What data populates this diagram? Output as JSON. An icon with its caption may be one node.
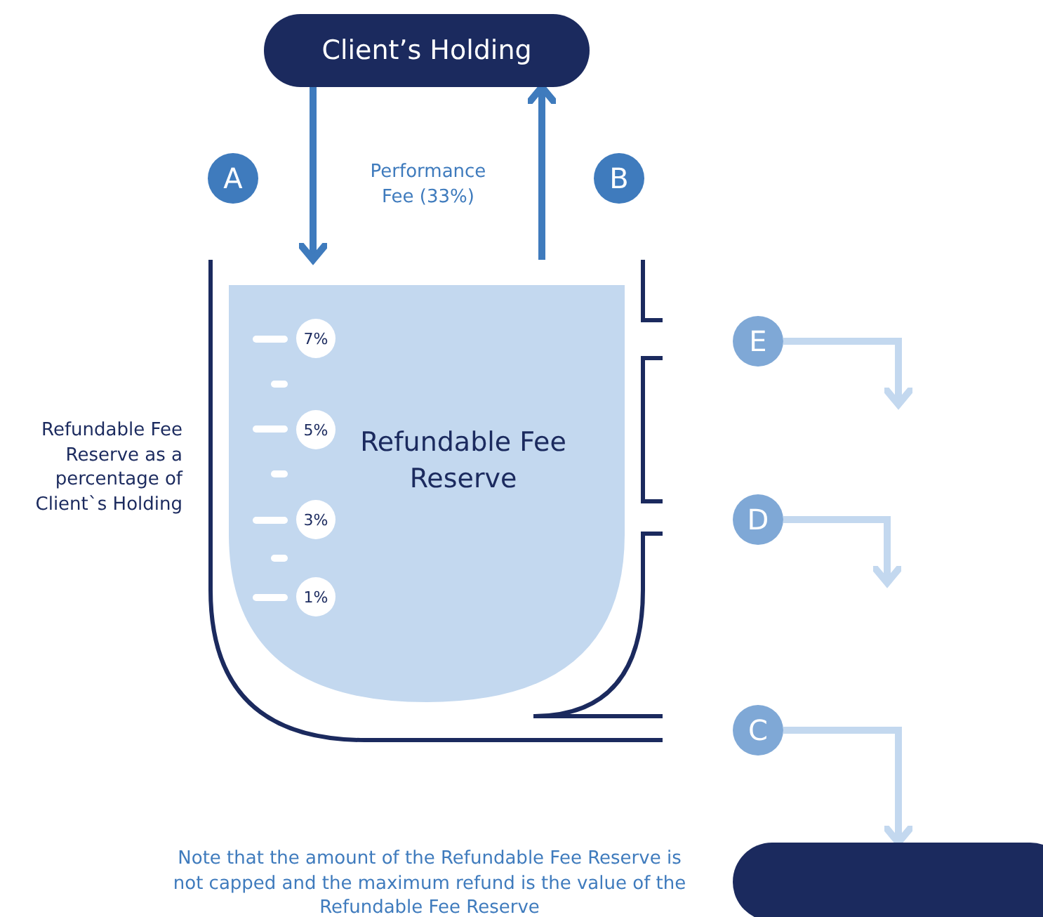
{
  "diagram": {
    "nodes": [
      {
        "text": [
          "Client’s Holding"
        ]
      },
      {
        "text": [
          "A"
        ]
      },
      {
        "text": [
          "B"
        ]
      },
      {
        "text": [
          "Refundable Fee Reserve"
        ]
      },
      {
        "text": [
          "7%"
        ],
        "in": 3
      },
      {
        "text": [
          "5%"
        ],
        "in": 3
      },
      {
        "text": [
          "3%"
        ],
        "in": 3
      },
      {
        "text": [
          "1%"
        ],
        "in": 3
      },
      {
        "text": [
          "E"
        ]
      },
      {
        "text": [
          "D"
        ]
      },
      {
        "text": [
          "C"
        ]
      },
      {
        "text": [],
        "shape": "box"
      }
    ],
    "edges": [
      {
        "from": 0,
        "to": 3,
        "arrow": "to",
        "color": "#3f7bbd"
      },
      {
        "from": 3,
        "to": 0,
        "arrow": "to",
        "color": "#3f7bbd"
      },
      {
        "from": 8,
        "to": null,
        "arrow": "to",
        "color": "#c3d8ef"
      },
      {
        "from": 9,
        "to": null,
        "arrow": "to",
        "color": "#c3d8ef"
      },
      {
        "from": 10,
        "to": 11,
        "arrow": "to",
        "color": "#c3d8ef"
      }
    ],
    "labels": [
      "Performance Fee (33%)",
      "Refundable Fee Reserve as a percentage of Client`s Holding",
      "Note that the amount of the Refundable Fee Reserve is not capped and the maximum refund is the value of the Refundable Fee Reserve"
    ]
  }
}
